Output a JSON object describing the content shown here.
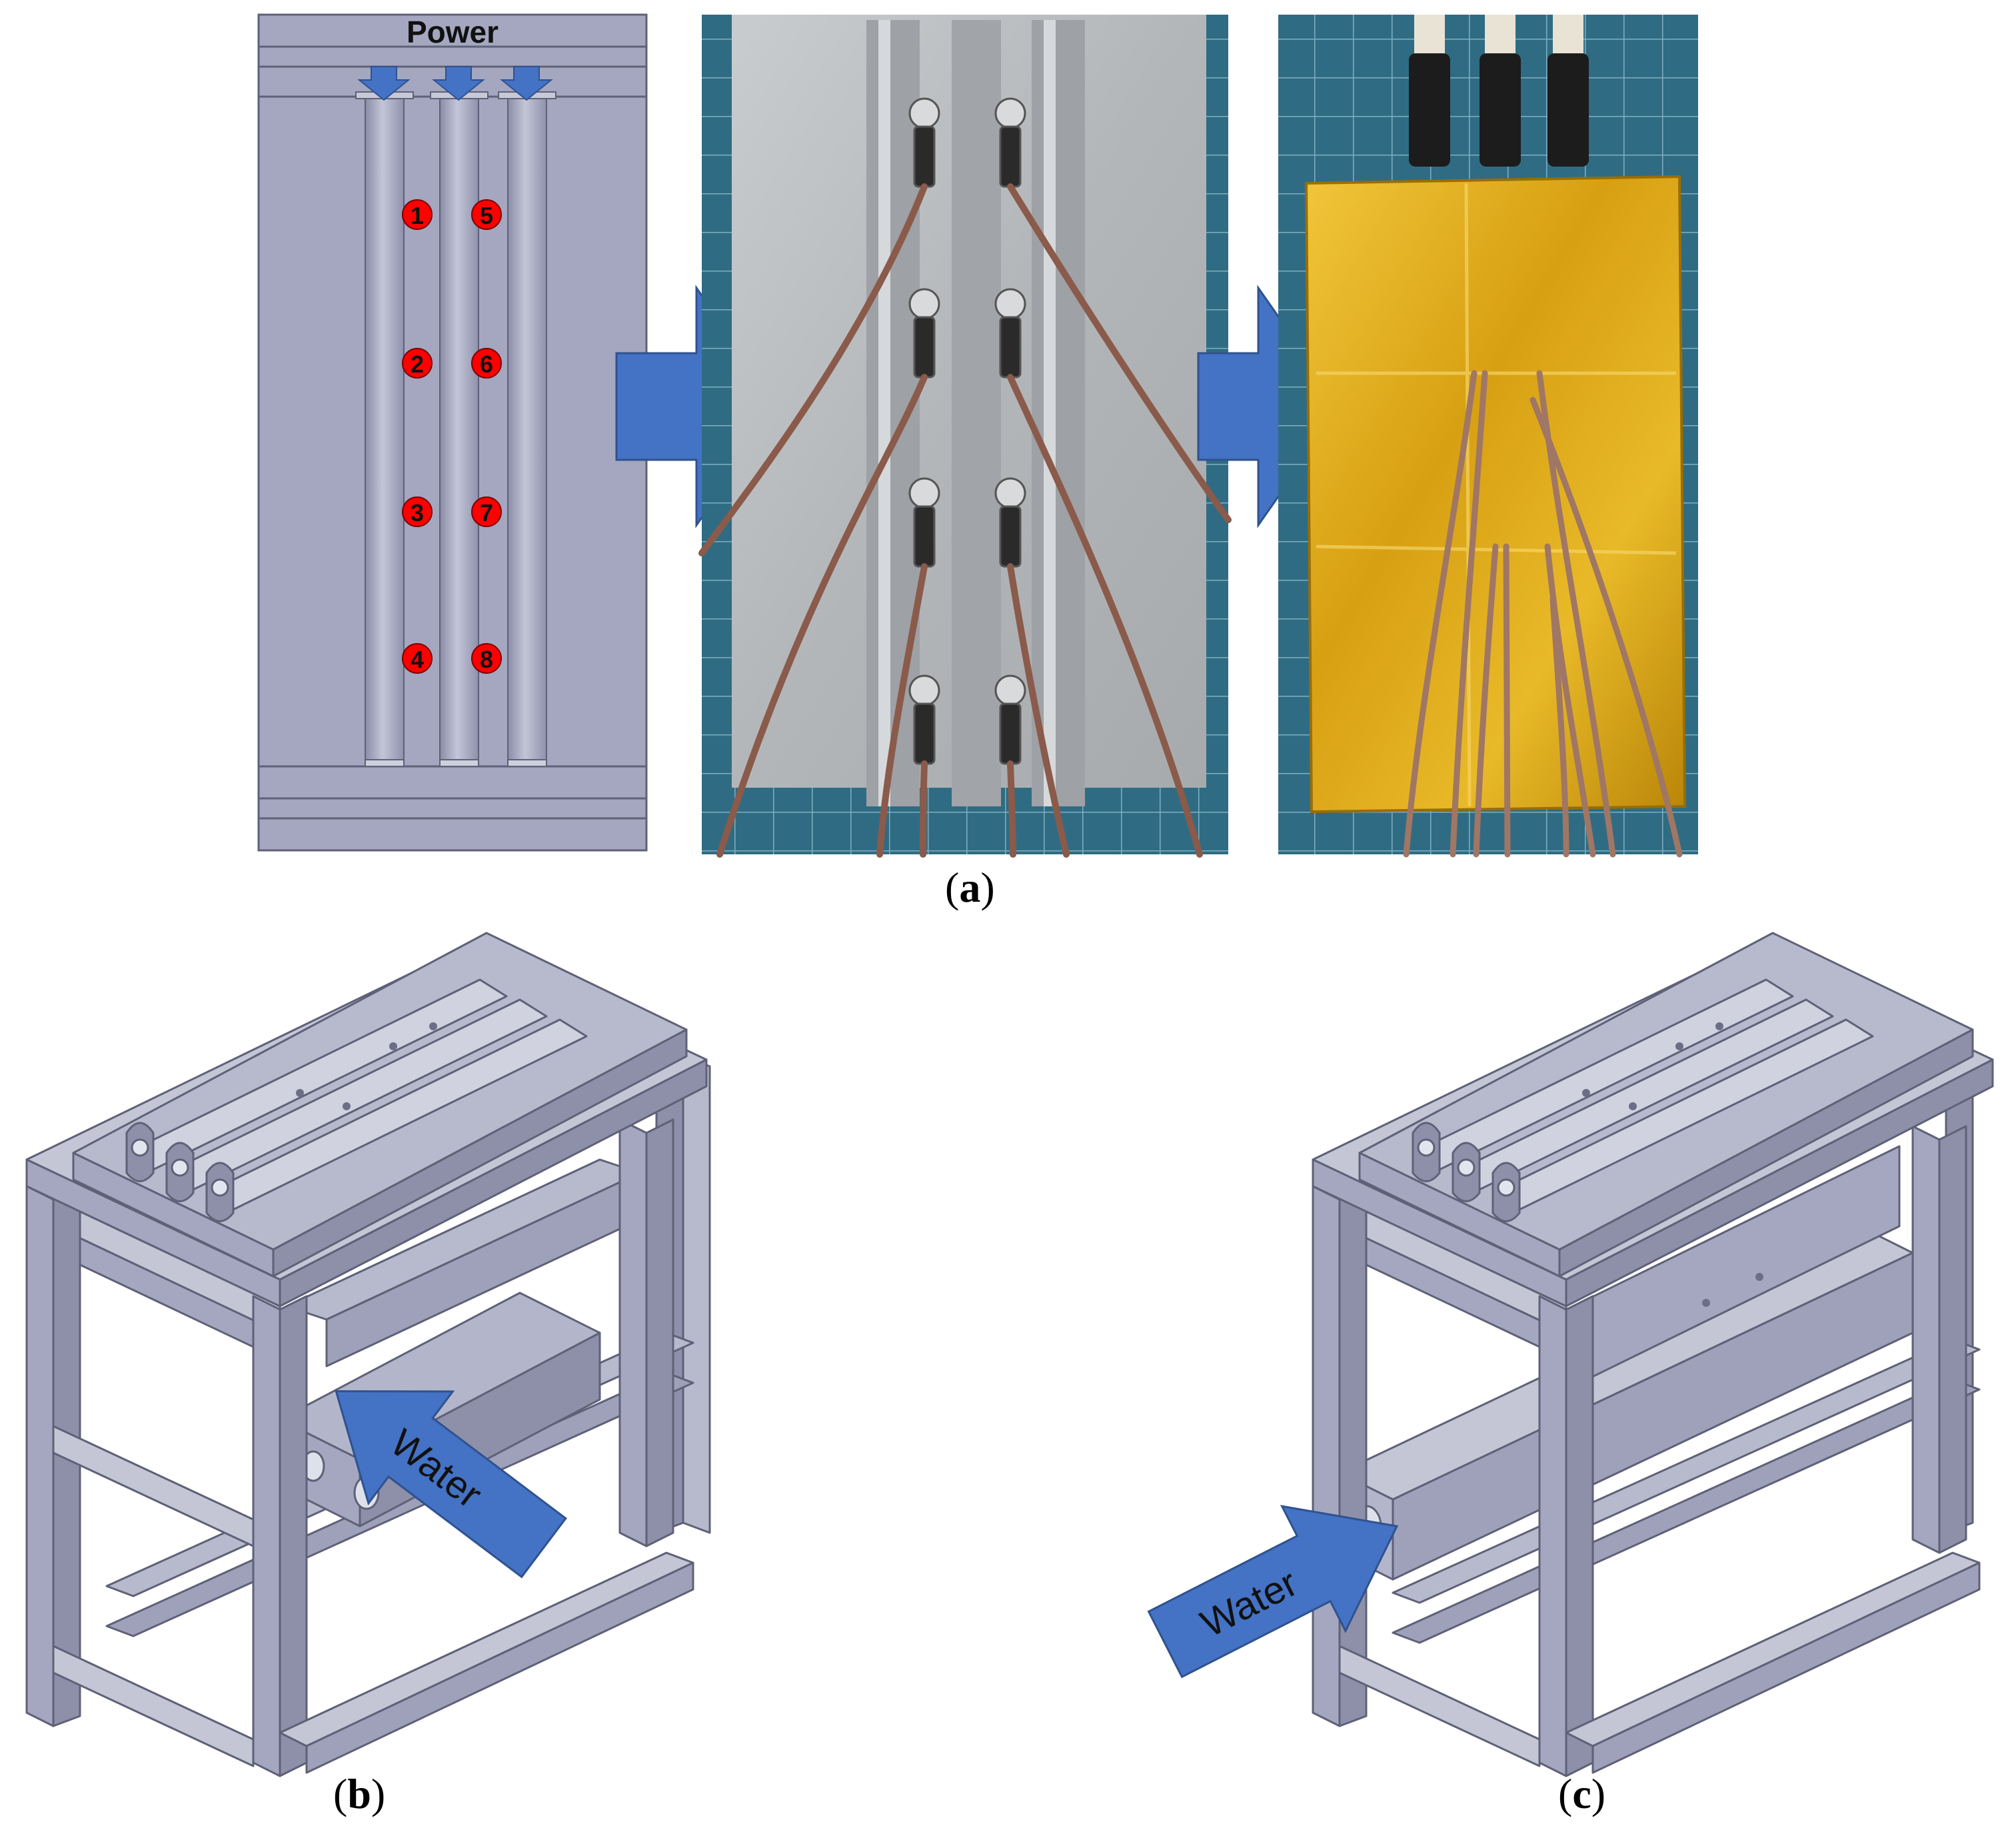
{
  "panel_a": {
    "power_label": "Power",
    "sensor_labels": [
      "1",
      "2",
      "3",
      "4",
      "5",
      "6",
      "7",
      "8"
    ],
    "caption_letter": "a"
  },
  "panel_b": {
    "water_label": "Water",
    "caption_letter": "b"
  },
  "panel_c": {
    "water_label": "Water",
    "caption_letter": "c"
  },
  "colors": {
    "cad_face": "#a4a7bf",
    "cad_edge": "#5e6177",
    "arrow_blue": "#4472c4",
    "sensor_red": "#ff0000",
    "kapton_gold": "#d9a413",
    "aluminum": "#b9bcbf",
    "mat_blue": "#2e6b82"
  }
}
